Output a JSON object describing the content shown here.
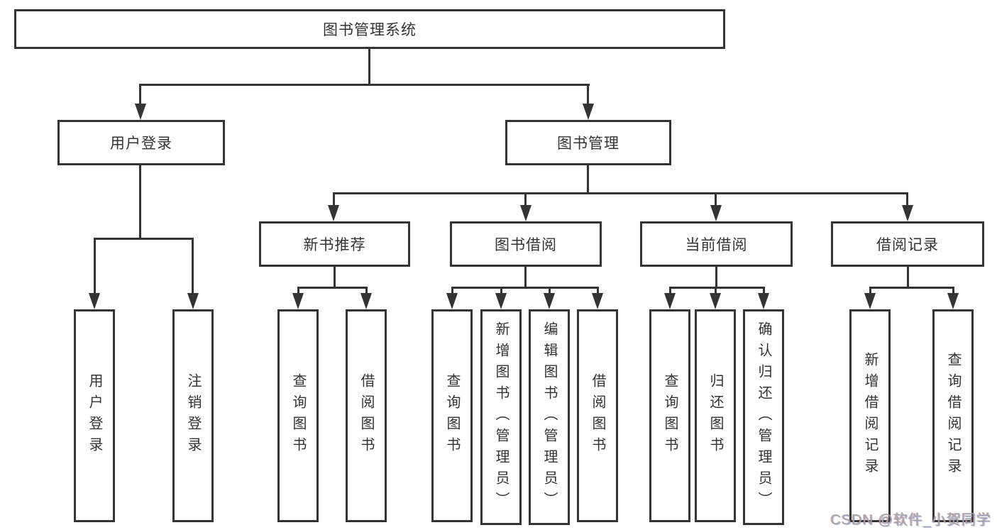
{
  "diagram": {
    "root": {
      "label": "图书管理系统"
    },
    "user_login": {
      "label": "用户登录",
      "leaves": [
        {
          "label": "用户登录"
        },
        {
          "label": "注销登录"
        }
      ]
    },
    "book_mgmt": {
      "label": "图书管理",
      "sections": [
        {
          "label": "新书推荐",
          "leaves": [
            {
              "label": "查询图书"
            },
            {
              "label": "借阅图书"
            }
          ]
        },
        {
          "label": "图书借阅",
          "leaves": [
            {
              "label": "查询图书"
            },
            {
              "label": "新增图书（管理员）"
            },
            {
              "label": "编辑图书（管理员）"
            },
            {
              "label": "借阅图书"
            }
          ]
        },
        {
          "label": "当前借阅",
          "leaves": [
            {
              "label": "查询图书"
            },
            {
              "label": "归还图书"
            },
            {
              "label": "确认归还（管理员）"
            }
          ]
        },
        {
          "label": "借阅记录",
          "leaves": [
            {
              "label": "新增借阅记录"
            },
            {
              "label": "查询借阅记录"
            }
          ]
        }
      ]
    },
    "watermark": "CSDN @软件_小贺同学"
  }
}
